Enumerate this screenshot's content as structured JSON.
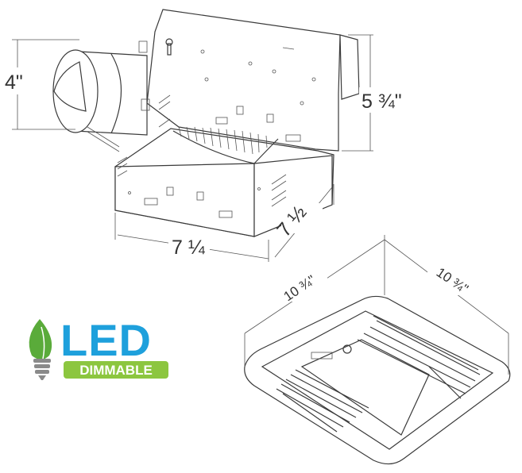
{
  "dimensions": {
    "duct_height": "4\"",
    "housing_height": "5 ¾\"",
    "housing_width": "7 ¼",
    "housing_depth": "7 ½",
    "grille_width": "10 ¾\"",
    "grille_depth": "10 ¾\""
  },
  "badge": {
    "title": "LED",
    "subtitle": "DIMMABLE",
    "colors": {
      "led_blue": "#1ea0dc",
      "dimmable_green": "#8cc63f",
      "leaf_green": "#5aab3a"
    },
    "icon": "leaf-bulb-icon"
  }
}
